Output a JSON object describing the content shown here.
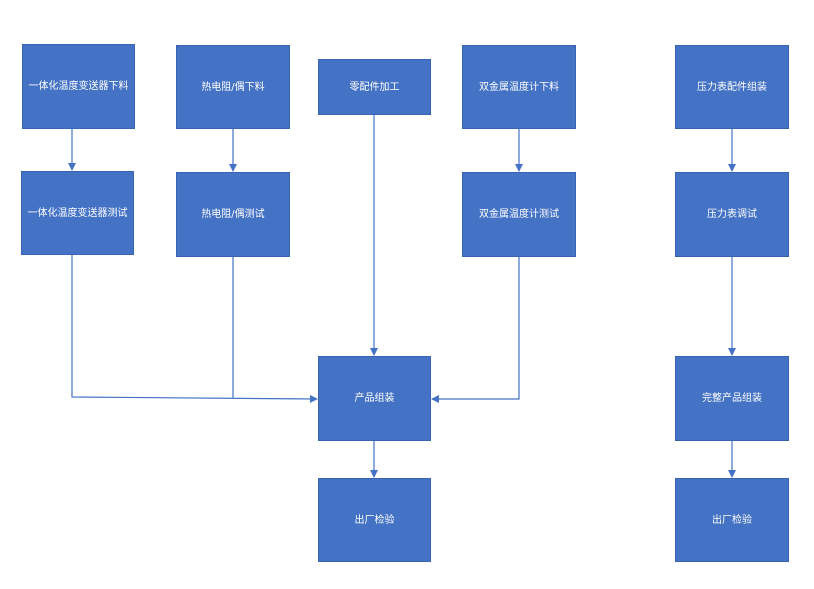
{
  "nodes": {
    "ytt_cut": "一体化温度变送器下料",
    "ytt_test": "一体化温度变送器测试",
    "rtd_cut": "热电阻/偶下料",
    "rtd_test": "热电阻/偶测试",
    "parts": "零配件加工",
    "bimetal_cut": "双金属温度计下料",
    "bimetal_test": "双金属温度计测试",
    "assembly": "产品组装",
    "inspection": "出厂检验",
    "gauge_assembly": "压力表配件组装",
    "gauge_test": "压力表调试",
    "full_assembly": "完整产品组装",
    "gauge_inspection": "出厂检验"
  },
  "colors": {
    "box_fill": "#4472c4",
    "box_text": "#ffffff",
    "connector": "#4472c4"
  }
}
